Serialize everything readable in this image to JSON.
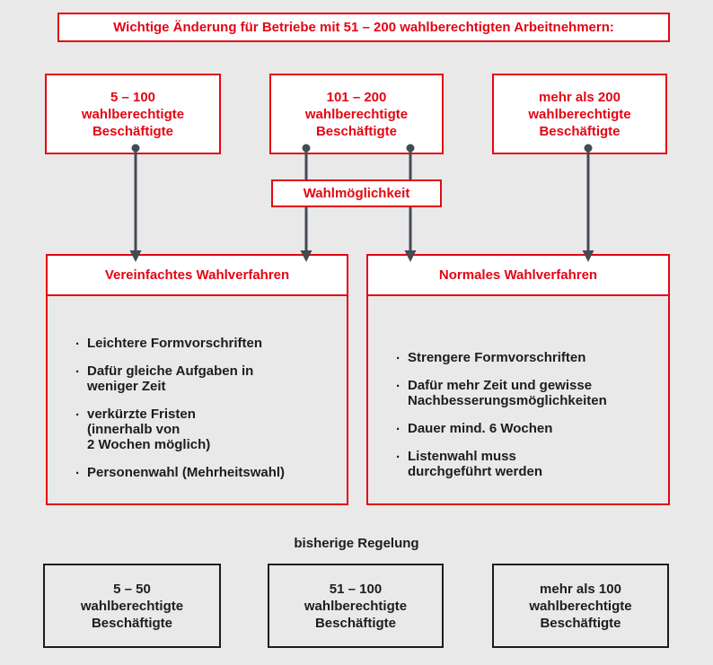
{
  "colors": {
    "page_bg": "#e9e9e9",
    "accent_red": "#e30613",
    "text_black": "#1d1d1b",
    "arrow_gray": "#454b54",
    "box_white": "#ffffff"
  },
  "title": "Wichtige Änderung für Betriebe mit 51 – 200 wahlberechtigten Arbeitnehmern:",
  "top_boxes": [
    {
      "text": "5 – 100\nwahlberechtigte\nBeschäftigte"
    },
    {
      "text": "101 – 200\nwahlberechtigte\nBeschäftigte"
    },
    {
      "text": "mehr als 200\nwahlberechtigte\nBeschäftigte"
    }
  ],
  "choice_label": "Wahlmöglichkeit",
  "procedures": [
    {
      "title": "Vereinfachtes Wahlverfahren",
      "items": [
        "Leichtere Formvorschriften",
        "Dafür gleiche Aufgaben in\nweniger Zeit",
        "verkürzte Fristen\n(innerhalb von\n2 Wochen möglich)",
        "Personenwahl (Mehrheitswahl)"
      ]
    },
    {
      "title": "Normales Wahlverfahren",
      "items": [
        "Strengere Formvorschriften",
        "Dafür mehr Zeit und gewisse\nNachbesserungsmöglichkeiten",
        "Dauer mind. 6 Wochen",
        "Listenwahl muss\ndurchgeführt werden"
      ]
    }
  ],
  "old_rule_label": "bisherige Regelung",
  "bottom_boxes": [
    {
      "text": "5 – 50\nwahlberechtigte\nBeschäftigte"
    },
    {
      "text": "51 – 100\nwahlberechtigte\nBeschäftigte"
    },
    {
      "text": "mehr als 100\nwahlberechtigte\nBeschäftigte"
    }
  ]
}
